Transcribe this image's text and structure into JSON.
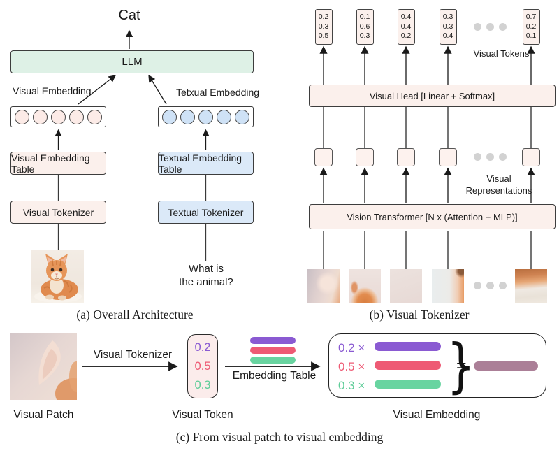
{
  "panel_a": {
    "caption": "(a) Overall Architecture",
    "output_label": "Cat",
    "llm_label": "LLM",
    "visual_embedding_label": "Visual Embedding",
    "textual_embedding_label": "Tetxual Embedding",
    "visual_embedding_table_label": "Visual Embedding Table",
    "textual_embedding_table_label": "Textual Embedding Table",
    "visual_tokenizer_label": "Visual Tokenizer",
    "textual_tokenizer_label": "Textual Tokenizer",
    "question_line1": "What is",
    "question_line2": "the animal?",
    "num_visual_embedding_circles": 5,
    "num_textual_embedding_circles": 5
  },
  "panel_b": {
    "caption": "(b) Visual Tokenizer",
    "visual_tokens_label": "Visual Tokens",
    "visual_head_label": "Visual Head [Linear + Softmax]",
    "visual_representations_label": "Visual Representations",
    "vision_transformer_label": "Vision Transformer [N x (Attention + MLP)]",
    "tokens": [
      [
        "0.2",
        "0.3",
        "0.5"
      ],
      [
        "0.1",
        "0.6",
        "0.3"
      ],
      [
        "0.4",
        "0.4",
        "0.2"
      ],
      [
        "0.3",
        "0.3",
        "0.4"
      ],
      [
        "0.7",
        "0.2",
        "0.1"
      ]
    ]
  },
  "panel_c": {
    "caption": "(c) From visual patch to visual embedding",
    "visual_patch_label": "Visual Patch",
    "visual_tokenizer_arrow_label": "Visual Tokenizer",
    "visual_token_label": "Visual Token",
    "embedding_table_arrow_label": "Embedding Table",
    "visual_embedding_label": "Visual Embedding",
    "times": "×",
    "equals": "=",
    "brace": "}",
    "rows": [
      {
        "weight": "0.2",
        "color": "#8a5ad2"
      },
      {
        "weight": "0.5",
        "color": "#ee5a74"
      },
      {
        "weight": "0.3",
        "color": "#68d4a0"
      }
    ],
    "result_bar_color": "#ab7f97"
  },
  "colors": {
    "visual_box_fill": "#fbf0ec",
    "textual_box_fill": "#dbe9f8",
    "llm_box_fill": "#def1e6",
    "visual_circle_fill": "#fcebe7",
    "textual_circle_fill": "#cfe2f6",
    "ellipsis_dot": "#d2d2d2",
    "purple": "#8a5ad2",
    "red": "#ee5a74",
    "green": "#68d4a0",
    "mauve": "#ab7f97"
  }
}
